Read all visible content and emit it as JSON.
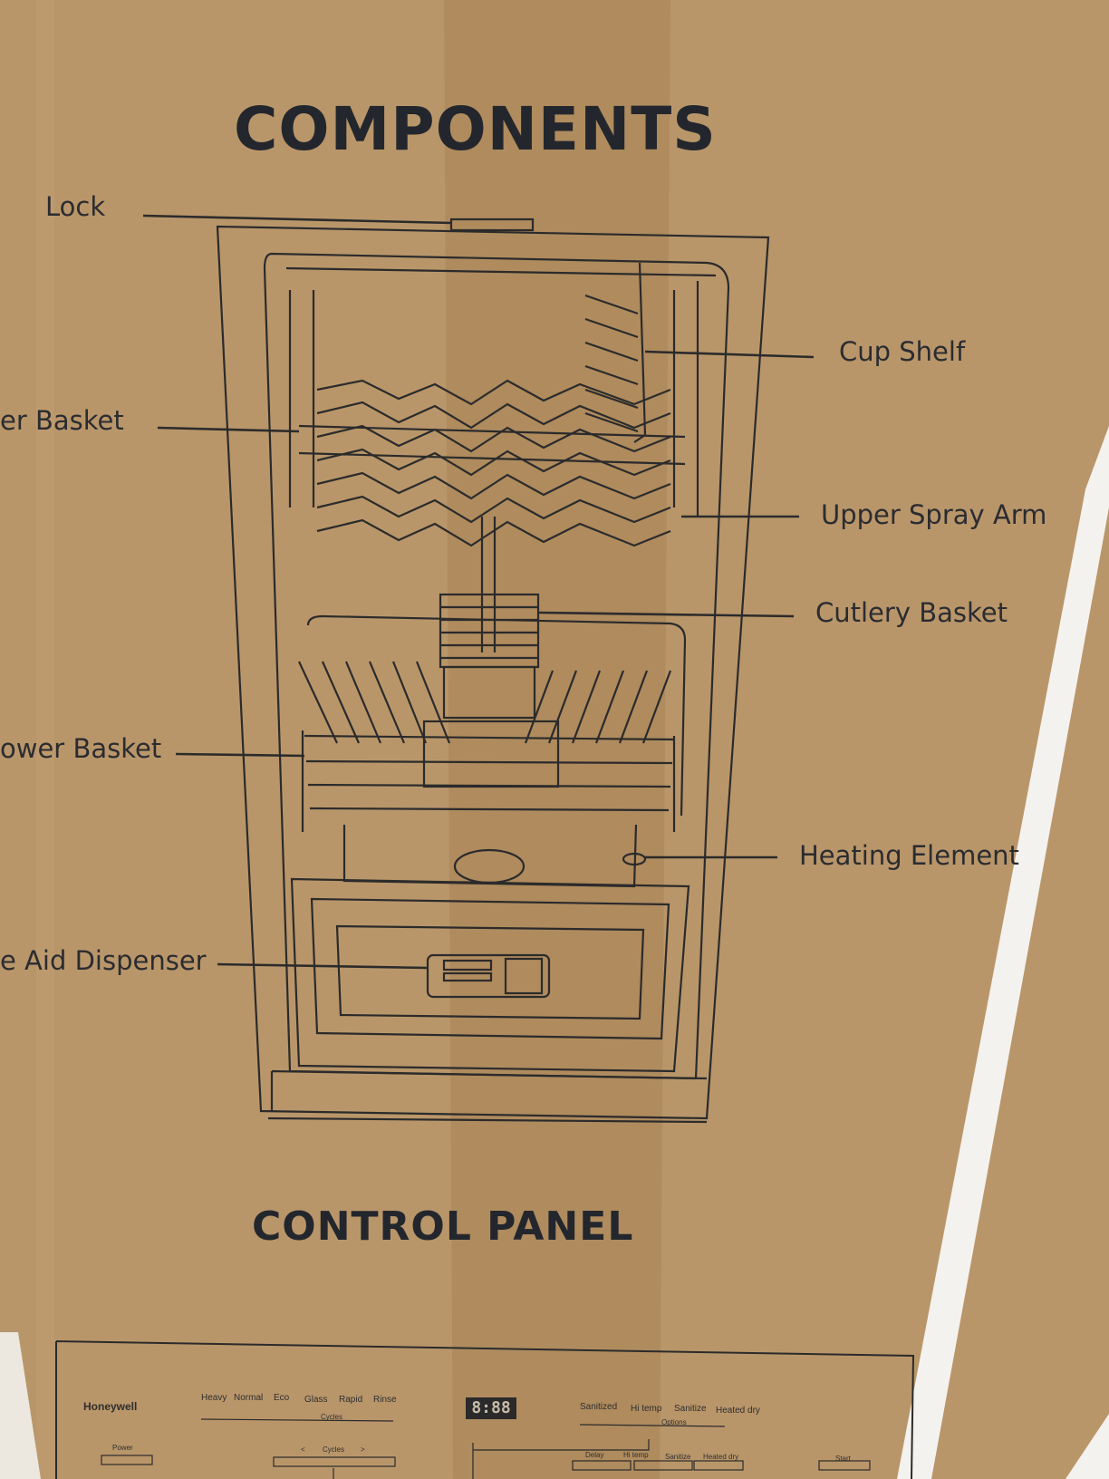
{
  "components_heading": "COMPONENTS",
  "control_panel_heading": "CONTROL PANEL",
  "component_labels": {
    "lock": "Lock",
    "upper_basket": "er Basket",
    "cup_shelf": "Cup Shelf",
    "upper_spray_arm": "Upper Spray Arm",
    "cutlery_basket": "Cutlery Basket",
    "lower_basket": "ower Basket",
    "heating_element": "Heating Element",
    "rinse_aid_dispenser": "e Aid Dispenser"
  },
  "panel": {
    "brand": "Honeywell",
    "cycles": [
      "Heavy",
      "Normal",
      "Eco",
      "Glass",
      "Rapid",
      "Rinse"
    ],
    "cycles_caption": "Cycles",
    "display": "8:88",
    "options": [
      "Sanitized",
      "Hi temp",
      "Sanitize",
      "Heated dry"
    ],
    "options_caption": "Options",
    "power_label": "Power",
    "cycles_button_label": "Cycles",
    "cycle_prev": "<",
    "cycle_next": ">",
    "option_buttons": [
      "Delay",
      "Hi temp",
      "Sanitize",
      "Heated dry"
    ],
    "start_label": "Start"
  },
  "colors": {
    "cardboard": "#b9966a",
    "ink": "#23272d",
    "tape_strip": "#a07d4f",
    "white_strap": "#f4f2ee"
  }
}
